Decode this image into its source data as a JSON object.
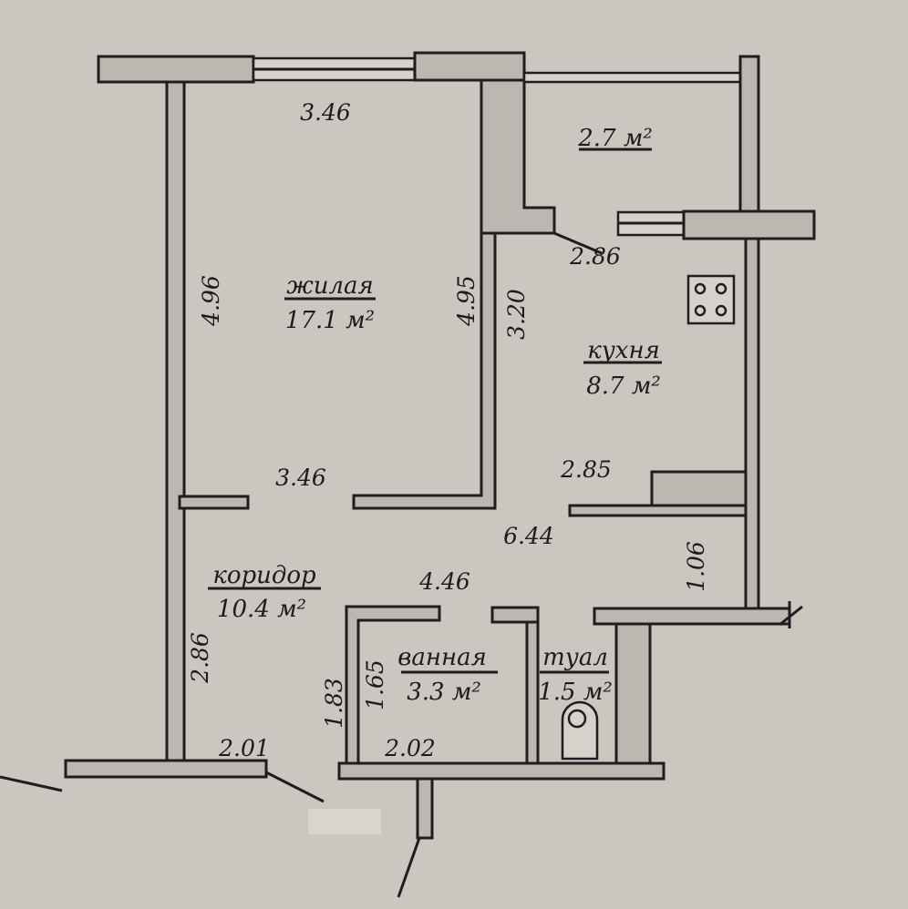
{
  "rooms": {
    "living": {
      "name": "жилая",
      "area": "17.1 м²"
    },
    "balcony": {
      "area": "2.7 м²"
    },
    "kitchen": {
      "name": "кухня",
      "area": "8.7 м²"
    },
    "corridor": {
      "name": "коридор",
      "area": "10.4 м²"
    },
    "bathroom": {
      "name": "ванная",
      "area": "3.3 м²"
    },
    "toilet": {
      "name": "туал",
      "area": "1.5 м²"
    }
  },
  "dimensions": {
    "living_top": "3.46",
    "living_left": "4.96",
    "living_right": "4.95",
    "living_bottom": "3.46",
    "balcony_width": "2.86",
    "kitchen_left": "3.20",
    "kitchen_bottom": "2.85",
    "hall_length": "6.44",
    "hall_right": "1.06",
    "corridor_top": "4.46",
    "corridor_left": "2.86",
    "corridor_bottom": "2.01",
    "bath_outer": "1.83",
    "bath_inner": "1.65",
    "bath_bottom": "2.02"
  },
  "colors": {
    "paper": "#cbc7c0",
    "wall": "#bcb8b1",
    "ink": "#1e1e1e"
  }
}
